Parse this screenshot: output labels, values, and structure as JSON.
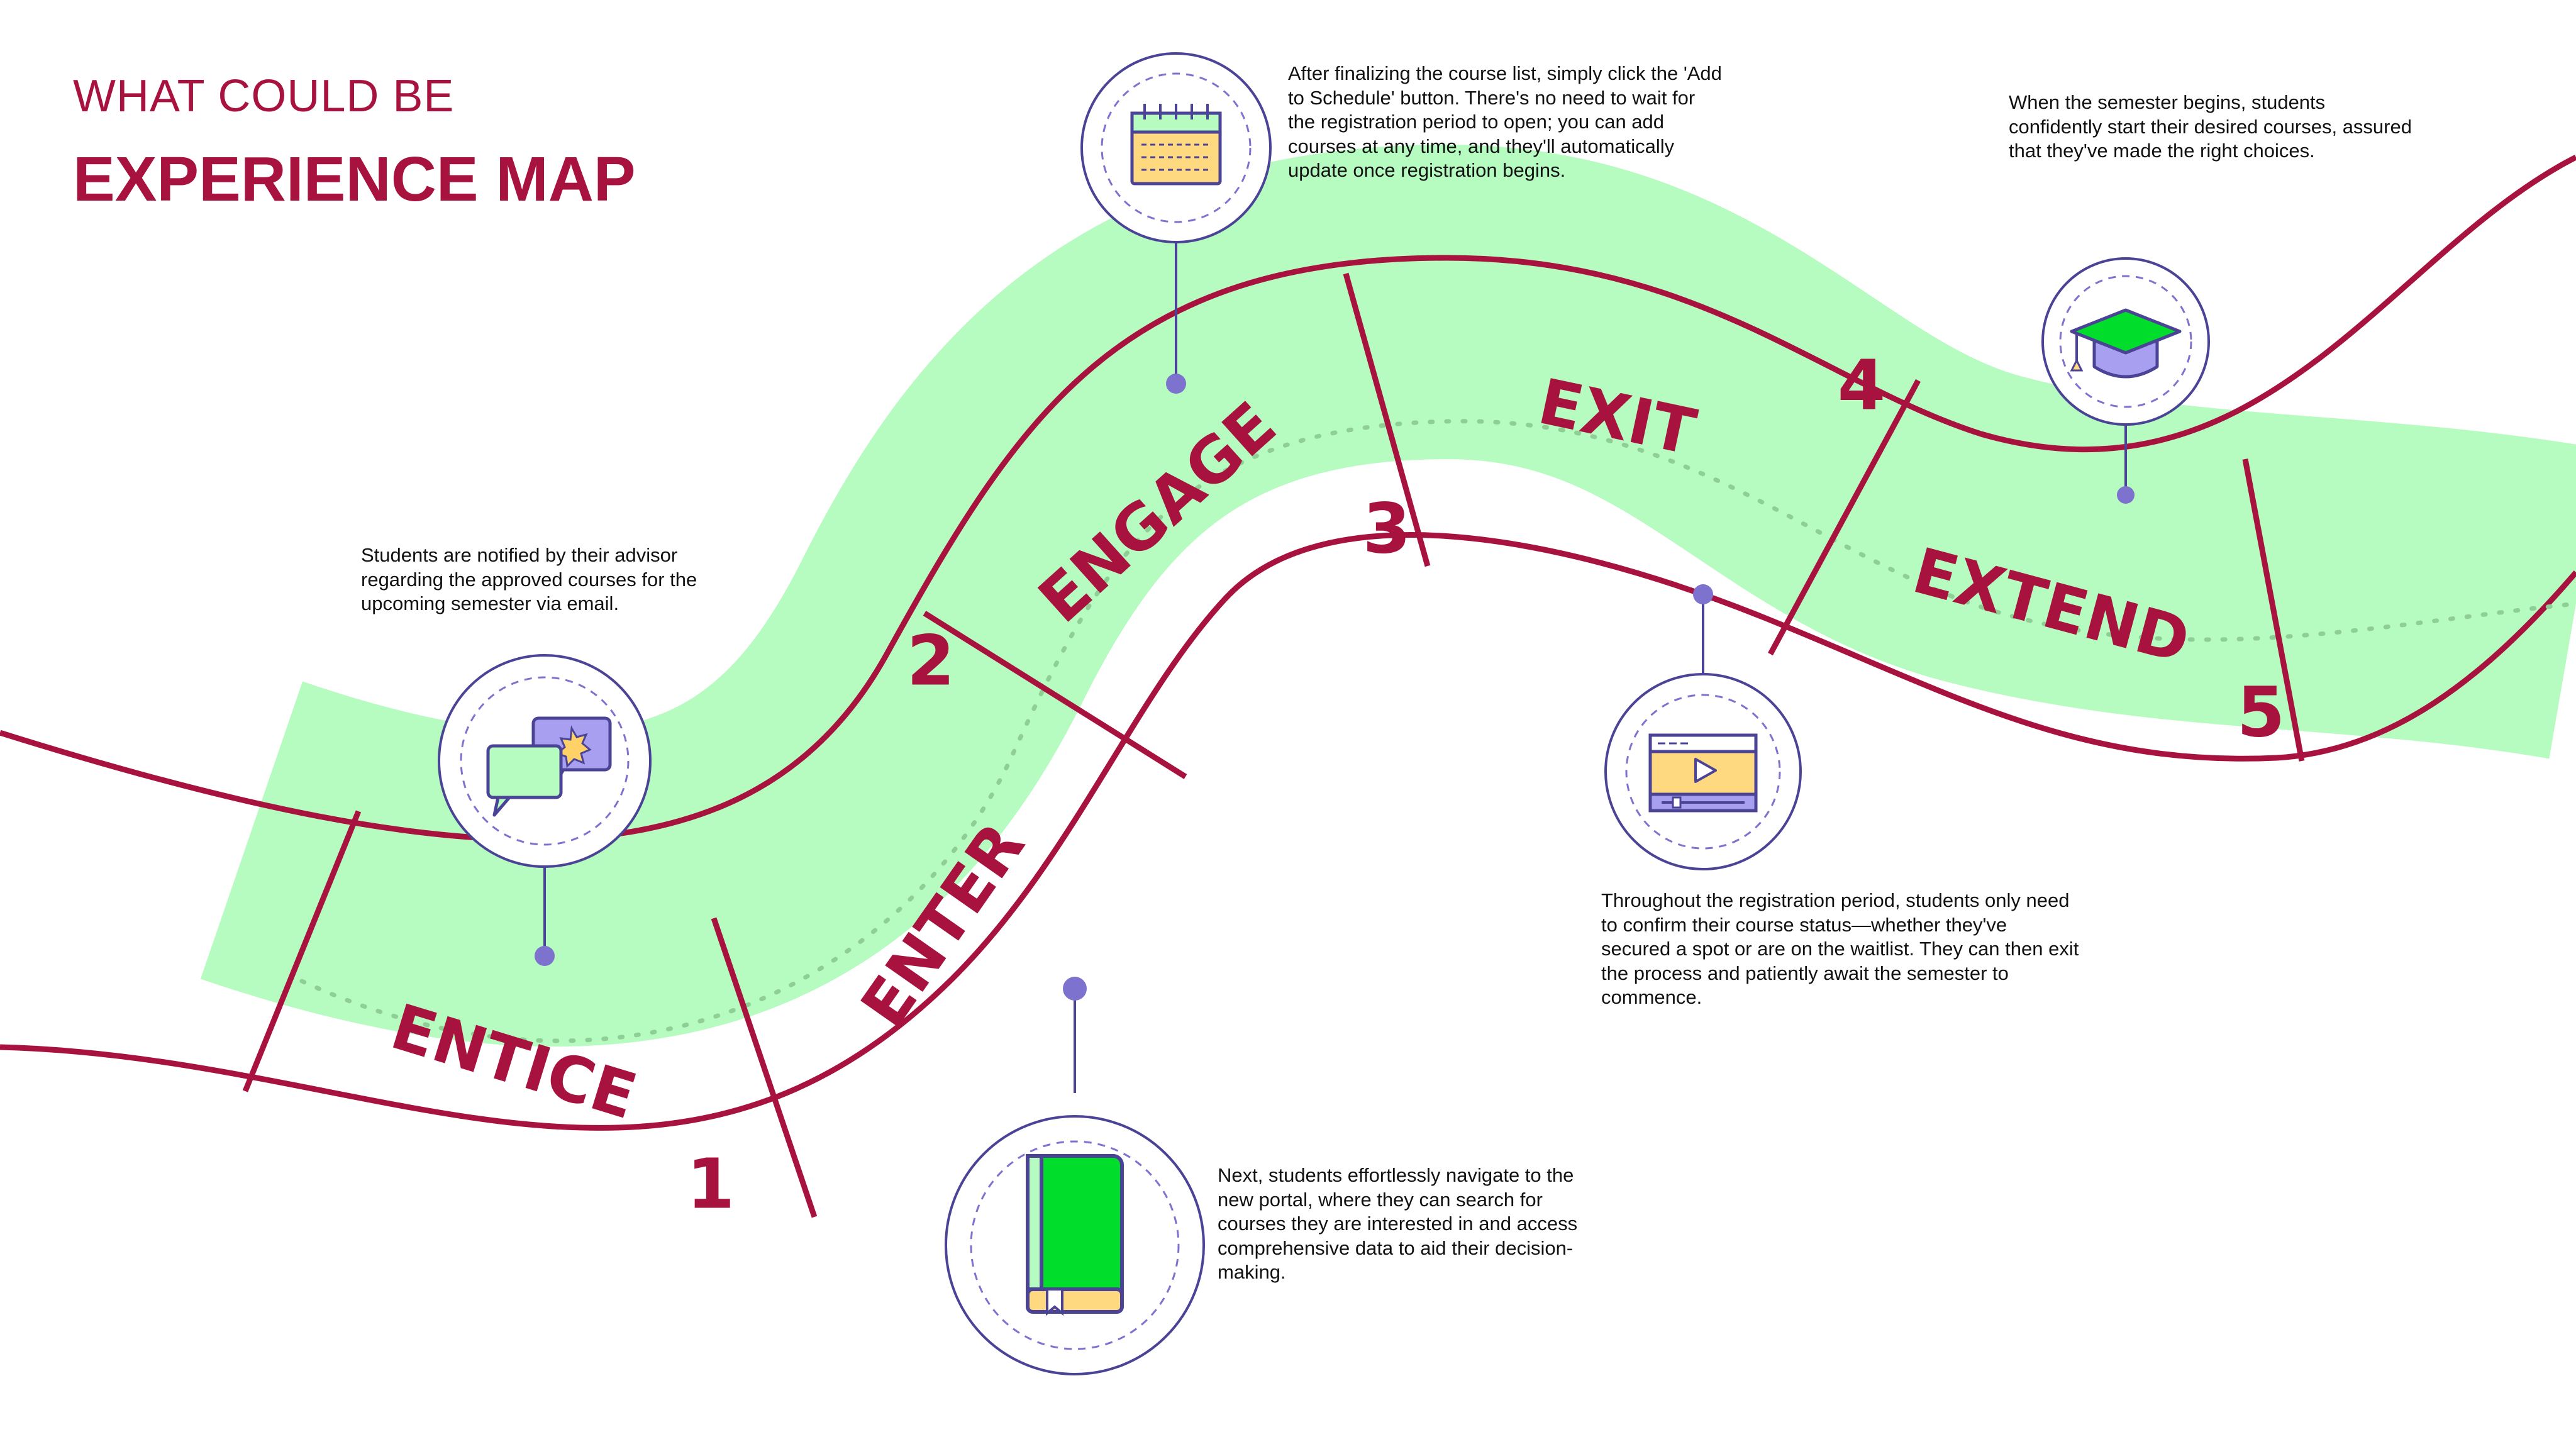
{
  "header": {
    "kicker": "WHAT COULD BE",
    "title": "EXPERIENCE MAP"
  },
  "colors": {
    "accent": "#a8123e",
    "path_fill": "#b6fbbf",
    "marker": "#7d73cf",
    "icon_outline": "#4b4396"
  },
  "stages": [
    {
      "name": "ENTICE",
      "number": "1",
      "icon": "chat-bubbles-icon",
      "description": "Students are notified by their advisor regarding the approved courses for the upcoming semester via email."
    },
    {
      "name": "ENTER",
      "number": "2",
      "icon": "book-icon",
      "description": "Next, students effortlessly navigate to the new portal, where they can search for courses they are interested in and access comprehensive data to aid their decision-making."
    },
    {
      "name": "ENGAGE",
      "number": "3",
      "icon": "calendar-icon",
      "description": "After finalizing the course list, simply click the 'Add to Schedule' button. There's no need to wait for the registration period to open; you can add courses at any time, and they'll automatically update once registration begins."
    },
    {
      "name": "EXIT",
      "number": "4",
      "icon": "video-player-icon",
      "description": "Throughout the registration period, students only need to confirm their course status—whether they've secured a spot or are on the waitlist. They can then exit the process and patiently await the semester to commence."
    },
    {
      "name": "EXTEND",
      "number": "5",
      "icon": "graduation-cap-icon",
      "description": "When the semester begins, students confidently start their desired courses, assured that they've made the right choices."
    }
  ]
}
